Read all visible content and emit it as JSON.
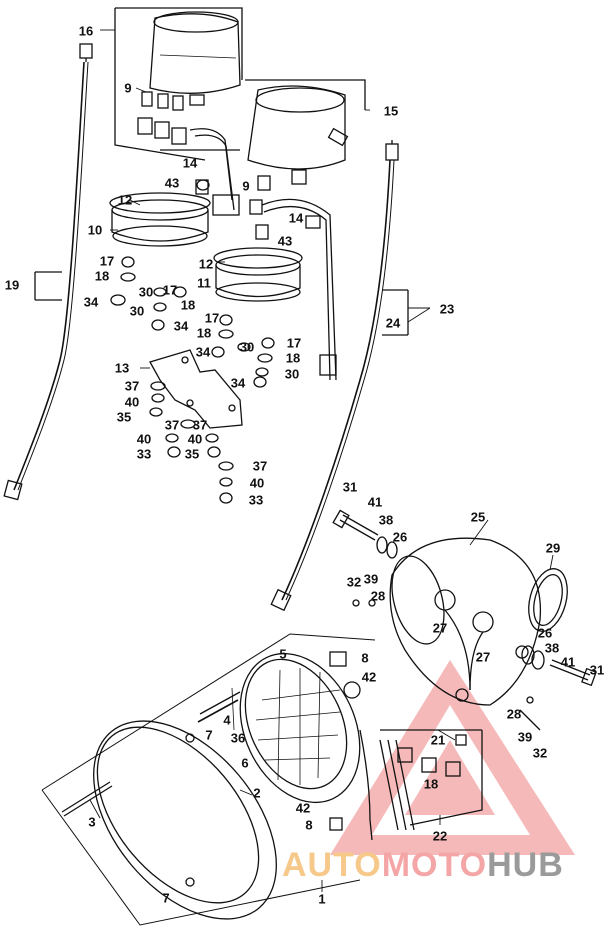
{
  "diagram": {
    "callouts": [
      "1",
      "2",
      "3",
      "4",
      "5",
      "6",
      "7",
      "8",
      "9",
      "10",
      "11",
      "12",
      "13",
      "14",
      "15",
      "16",
      "17",
      "18",
      "19",
      "21",
      "22",
      "23",
      "24",
      "25",
      "26",
      "27",
      "28",
      "29",
      "30",
      "31",
      "32",
      "33",
      "34",
      "35",
      "36",
      "37",
      "38",
      "39",
      "40",
      "41",
      "42",
      "43"
    ]
  },
  "watermark": {
    "part1": "AUTO",
    "part2": "MOTO",
    "part3": "HUB",
    "colors": {
      "auto": "#f6c98a",
      "moto": "#f4a6a6",
      "hub": "#9a9a9a",
      "triangle": "#e23b3b"
    }
  }
}
